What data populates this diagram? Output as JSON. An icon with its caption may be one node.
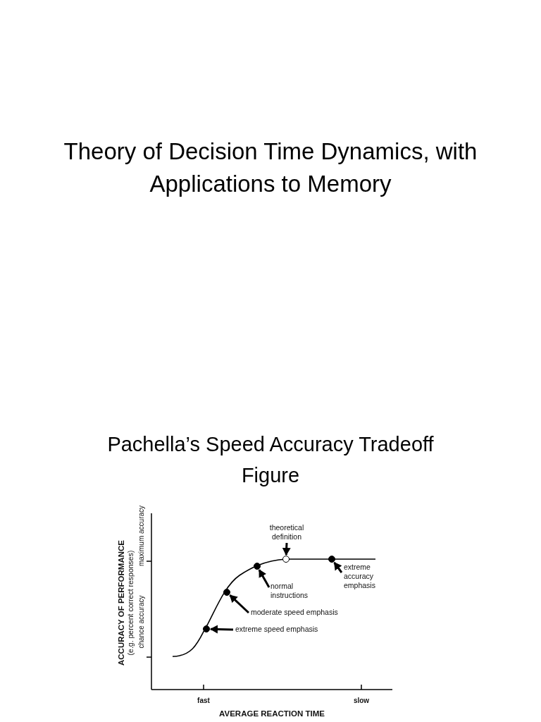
{
  "diagram": {
    "title": "Theory of Decision Time Dynamics, with Applications to Memory",
    "caption": "Pachella’s Speed Accuracy Tradeoff Figure",
    "nodes": [
      {
        "text": [],
        "shape": "dot"
      },
      {
        "text": [],
        "shape": "dot"
      },
      {
        "text": [],
        "shape": "dot"
      },
      {
        "text": [],
        "shape": "circle"
      },
      {
        "text": [],
        "shape": "dot"
      },
      {
        "text": [
          "theoretical definition"
        ]
      },
      {
        "text": [
          "normal instructions"
        ]
      },
      {
        "text": [
          "moderate speed emphasis"
        ]
      },
      {
        "text": [
          "extreme speed emphasis"
        ]
      },
      {
        "text": [
          "extreme accuracy emphasis"
        ]
      }
    ],
    "edges": [
      {
        "from": 8,
        "to": 0,
        "arrow": "to"
      },
      {
        "from": 7,
        "to": 1,
        "arrow": "to"
      },
      {
        "from": 6,
        "to": 2,
        "arrow": "to"
      },
      {
        "from": 9,
        "to": 4,
        "arrow": "to"
      },
      {
        "from": 5,
        "to": 3,
        "arrow": "to"
      }
    ],
    "labels": [
      "ACCURACY OF PERFORMANCE",
      "(e.g. percent correct responses)",
      "maximum accuracy",
      "chance accuracy",
      "fast",
      "slow",
      "AVERAGE REACTION TIME"
    ]
  }
}
